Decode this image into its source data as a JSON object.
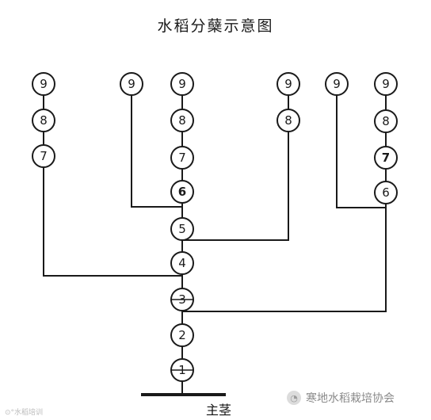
{
  "title": "水稻分蘖示意图",
  "main_stem_label": "主茎",
  "watermark_left": "⊙°水稻培训",
  "watermark_right": "寒地水稻栽培协会",
  "watermark_icon": "wechat-icon",
  "diagram": {
    "main_stem_nodes": [
      "1",
      "2",
      "3",
      "4",
      "5",
      "6",
      "7",
      "8",
      "9"
    ],
    "crossed_nodes": [
      "1",
      "3"
    ],
    "tillers": [
      {
        "branch_from": "4",
        "nodes": [
          "7",
          "8",
          "9"
        ]
      },
      {
        "branch_from": "6",
        "nodes": [
          "9"
        ]
      },
      {
        "branch_from": "5",
        "nodes": [
          "8",
          "9"
        ]
      },
      {
        "branch_from": "3",
        "nodes": [
          "6",
          "7",
          "8",
          "9"
        ],
        "sub_tillers": [
          {
            "branch_from": "6",
            "nodes": [
              "9"
            ]
          }
        ]
      }
    ]
  }
}
